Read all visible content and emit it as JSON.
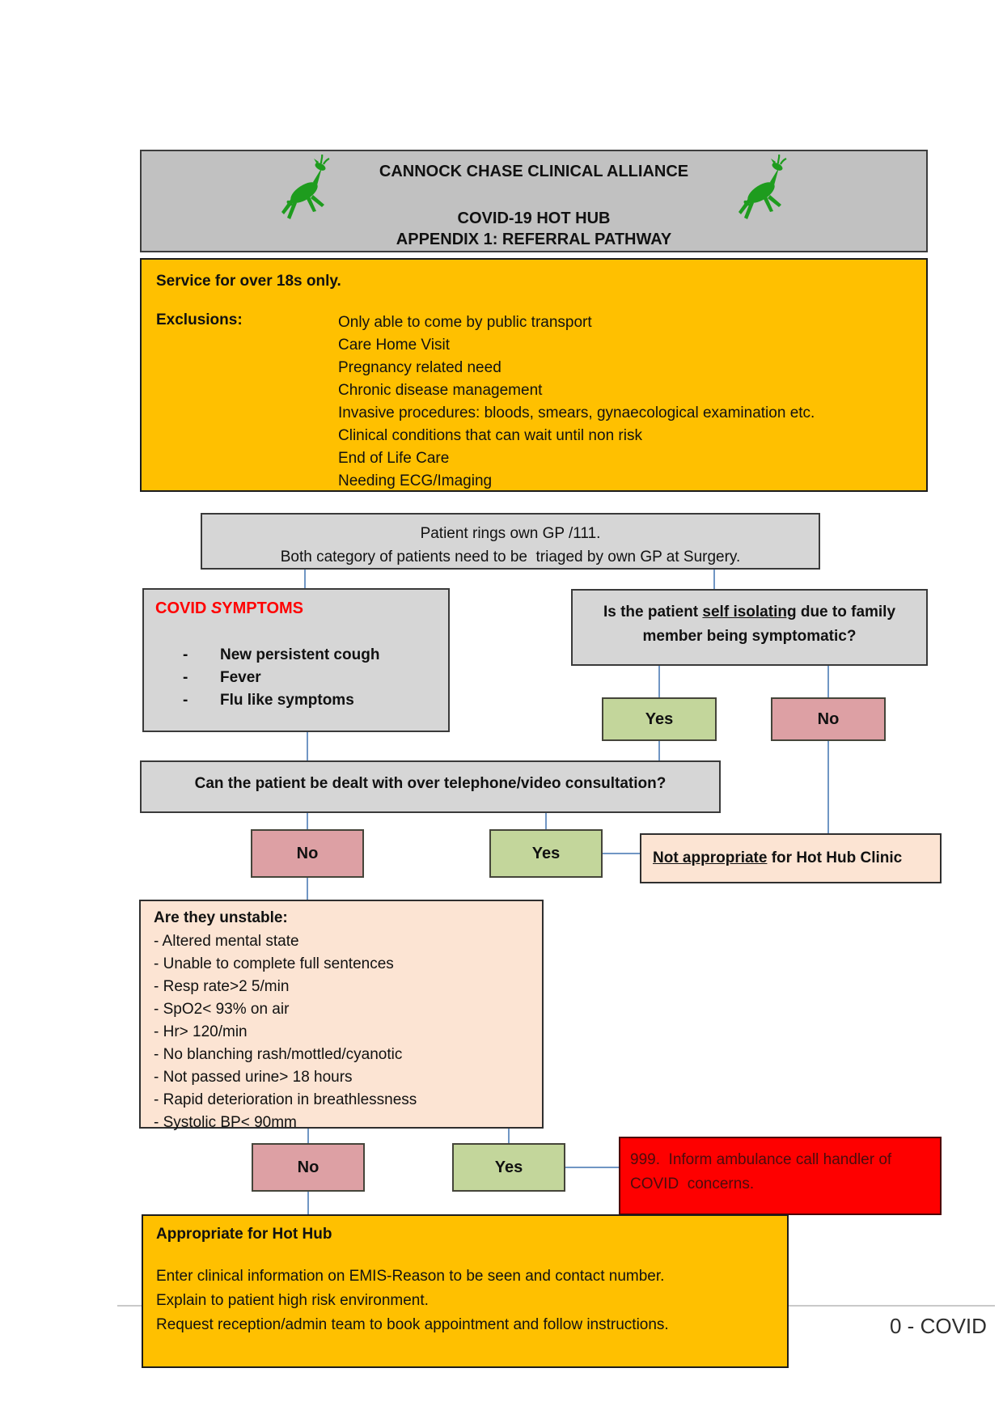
{
  "header": {
    "org": "CANNOCK CHASE CLINICAL ALLIANCE",
    "line2": "COVID-19 HOT HUB",
    "line3": "APPENDIX 1: REFERRAL PATHWAY"
  },
  "eligibility": {
    "title": "Service for over 18s only.",
    "exclusions_label": "Exclusions:",
    "exclusions": [
      "Only able to come by public transport",
      "Care Home Visit",
      "Pregnancy related need",
      "Chronic disease management",
      "Invasive procedures: bloods, smears, gynaecological examination etc.",
      "Clinical conditions that can wait until non risk",
      "End of Life Care",
      "Needing ECG/Imaging"
    ]
  },
  "triage": {
    "line1": "Patient rings own GP /111.",
    "line2": "Both category of patients need to be  triaged by own GP at Surgery."
  },
  "covid_symptoms": {
    "title_pre": "COVID ",
    "title_italic": "S",
    "title_rest": "YMPTOMS",
    "dash": "-",
    "items": [
      "New persistent cough",
      "Fever",
      "Flu like symptoms"
    ]
  },
  "isolating": {
    "pre": "Is the patient ",
    "underlined": "self isolating",
    "post": " due to family member being symptomatic?",
    "yes_label": "Yes",
    "no_label": "No"
  },
  "telephone": {
    "question": "Can the patient be dealt with over telephone/video consultation?",
    "no_label": "No",
    "yes_label": "Yes"
  },
  "not_appropriate": {
    "underlined": "Not appropriate",
    "rest": " for Hot Hub Clinic"
  },
  "unstable": {
    "title": "Are they unstable:",
    "items": [
      "- Altered mental state",
      "- Unable to complete full sentences",
      "- Resp rate>2 5/min",
      "- SpO2< 93% on air",
      "- Hr> 120/min",
      "- No blanching rash/mottled/cyanotic",
      "- Not passed urine> 18 hours",
      "- Rapid deterioration in breathlessness",
      "- Systolic BP< 90mm"
    ],
    "no_label": "No",
    "yes_label": "Yes"
  },
  "emergency": {
    "text": "999.  Inform ambulance call handler of\nCOVID  concerns."
  },
  "appropriate": {
    "title": "Appropriate for Hot Hub",
    "lines": [
      "Enter clinical information on EMIS-Reason to be seen and contact number.",
      "Explain to patient high risk environment.",
      "Request reception/admin team to book appointment and follow instructions."
    ]
  },
  "footer": {
    "text": "0 - COVID"
  },
  "colors": {
    "header_bg": "#c1c1c1",
    "highlight_orange": "#ffc000",
    "box_gray": "#d6d6d6",
    "yes_green": "#c3d69b",
    "no_pink": "#dda0a4",
    "peach": "#fce4d3",
    "alert_red": "#fe0000",
    "deer_green": "#1e9c1e",
    "connector_blue": "#7096c4",
    "covid_title_red": "#ff0000"
  }
}
